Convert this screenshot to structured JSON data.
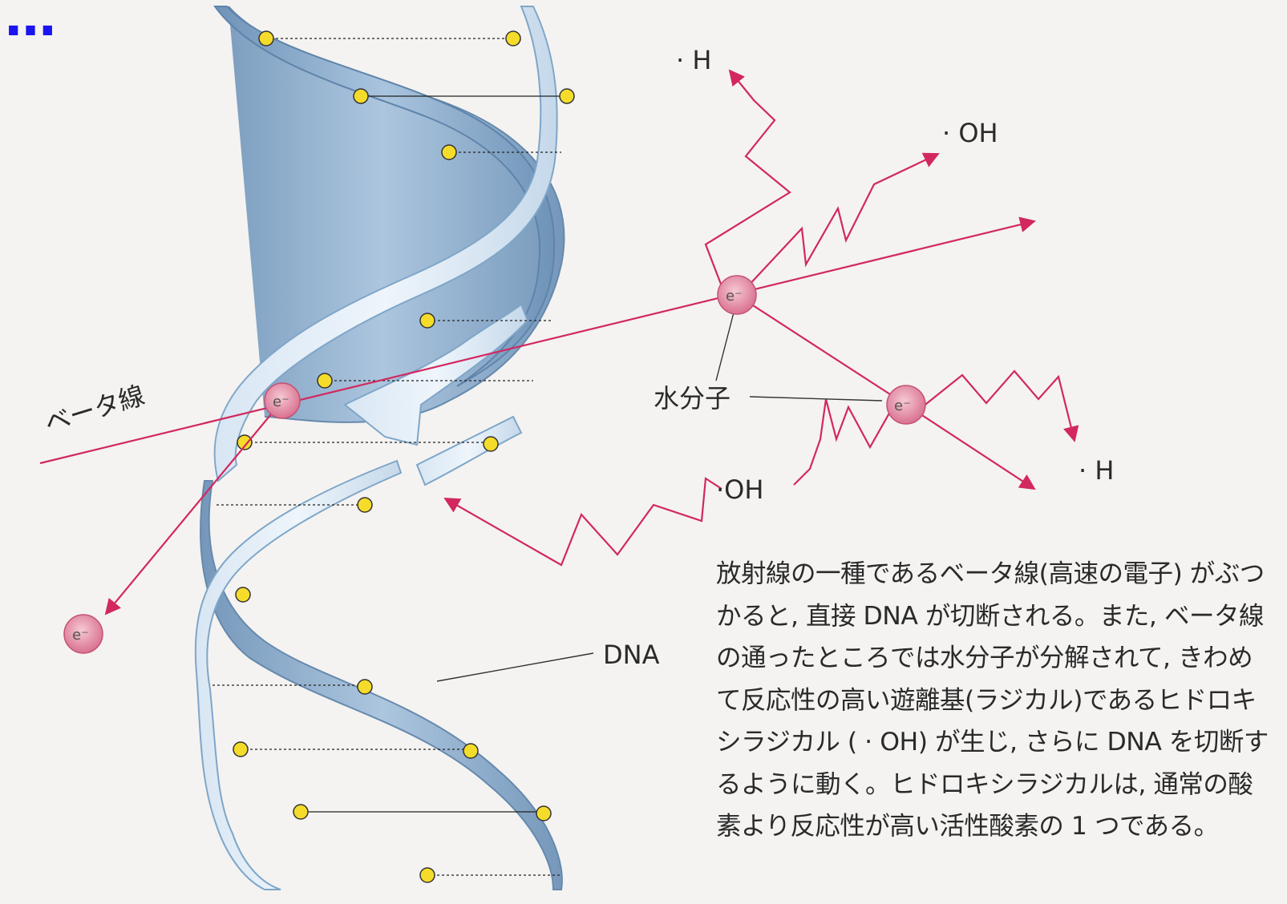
{
  "title": "…",
  "labels": {
    "beta_ray": "ベータ線",
    "water_molecule": "水分子",
    "dna": "DNA",
    "h_radical_top": "· H",
    "oh_radical_top": "· OH",
    "h_radical_right": "· H",
    "oh_radical_mid": "·OH",
    "electron": "e⁻"
  },
  "caption": "放射線の一種であるベータ線(高速の電子) がぶつかると, 直接 DNA が切断される。また, ベータ線の通ったところでは水分子が分解されて, きわめて反応性の高い遊離基(ラジカル)であるヒドロキシラジカル ( · OH) が生じ, さらに DNA を切断するように動く。ヒドロキシラジカルは, 通常の酸素より反応性が高い活性酸素の 1 つである。",
  "colors": {
    "title": "#1c14ee",
    "ray": "#d2285f",
    "electron_fill": "#e79aae",
    "helix_light": "#c9dcee",
    "helix_dark": "#7f9fc0",
    "base": "#f5dc2a"
  },
  "icons": [
    "electron-particle",
    "arrowhead",
    "nucleotide-dot"
  ]
}
